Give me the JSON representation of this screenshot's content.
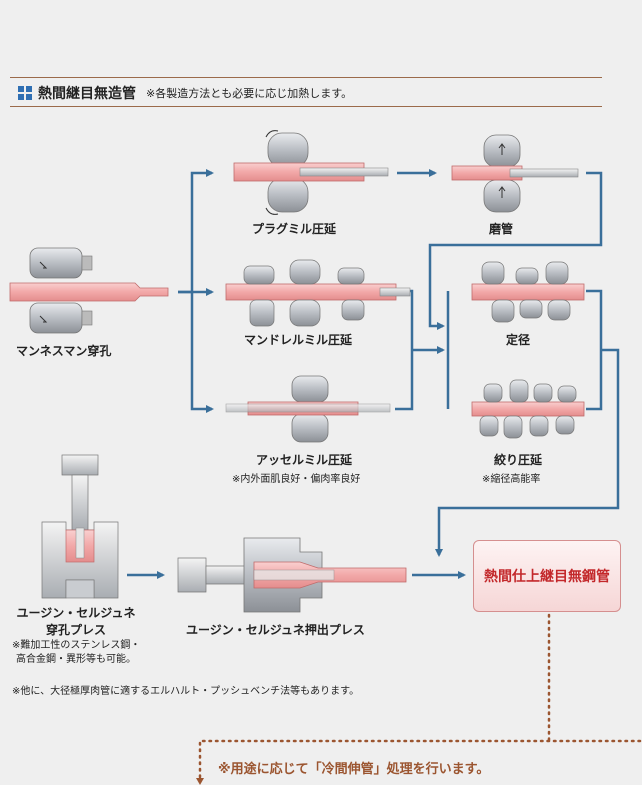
{
  "header": {
    "title": "熱間継目無造管",
    "note": "※各製造方法とも必要に応じ加熱します。"
  },
  "processes": {
    "mannesmann": "マンネスマン穿孔",
    "plug_mill": "プラグミル圧延",
    "reeling": "磨管",
    "mandrel_mill": "マンドレルミル圧延",
    "sizing": "定径",
    "assel_mill": "アッセルミル圧延",
    "assel_note": "※内外面肌良好・偏肉率良好",
    "stretch_reducing": "絞り圧延",
    "stretch_note": "※縮径高能率",
    "ugine_press_line1": "ユージン・セルジュネ",
    "ugine_press_line2": "穿孔プレス",
    "ugine_press_note1": "※難加工性のステンレス鋼・",
    "ugine_press_note2": "高合金鋼・異形等も可能。",
    "ugine_extrusion": "ユージン・セルジュネ押出プレス",
    "final": "熱間仕上継目無鋼管"
  },
  "footnote": "※他に、大径極厚肉管に適するエルハルト・プッシュベンチ法等もあります。",
  "cold_note": "※用途に応じて「冷間伸管」処理を行います。",
  "colors": {
    "arrow": "#3a6f9a",
    "accent": "#2f6fb3",
    "final_text": "#c3282b",
    "dotted": "#9b5530",
    "pipe": "#f2a8a8",
    "roll": "#c9ccd0"
  }
}
